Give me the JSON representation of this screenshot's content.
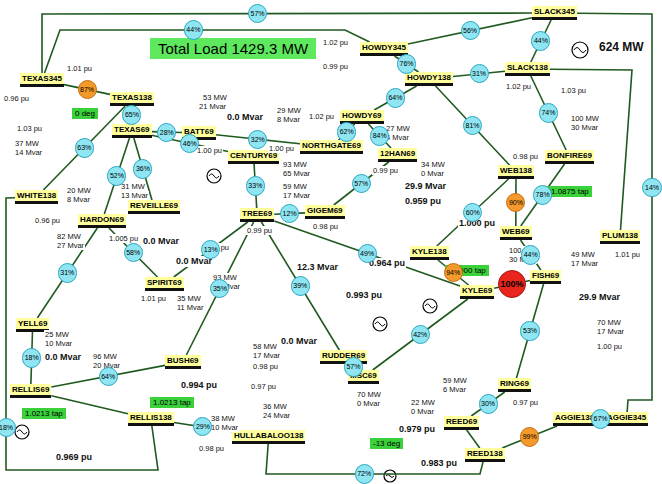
{
  "diagram": {
    "title": "Total Load 1429.3 MW",
    "nodes": [
      {
        "text": [
          "SLACK345"
        ]
      },
      {
        "text": [
          "HOWDY345"
        ]
      },
      {
        "text": [
          "SLACK138"
        ]
      },
      {
        "text": [
          "HOWDY138"
        ]
      },
      {
        "text": [
          "TEXAS345"
        ]
      },
      {
        "text": [
          "TEXAS138"
        ]
      },
      {
        "text": [
          "HOWDY69"
        ]
      },
      {
        "text": [
          "TEXAS69"
        ]
      },
      {
        "text": [
          "BATT69"
        ]
      },
      {
        "text": [
          "NORTHGATE69"
        ]
      },
      {
        "text": [
          "12HAN69"
        ]
      },
      {
        "text": [
          "CENTURY69"
        ]
      },
      {
        "text": [
          "BONFIRE69"
        ]
      },
      {
        "text": [
          "WEB138"
        ]
      },
      {
        "text": [
          "WHITE138"
        ]
      },
      {
        "text": [
          "REVEILLE69"
        ]
      },
      {
        "text": [
          "HARDON69"
        ]
      },
      {
        "text": [
          "GIGEM69"
        ]
      },
      {
        "text": [
          "TREE69"
        ]
      },
      {
        "text": [
          "WEB69"
        ]
      },
      {
        "text": [
          "PLUM138"
        ]
      },
      {
        "text": [
          "KYLE138"
        ]
      },
      {
        "text": [
          "FISH69"
        ]
      },
      {
        "text": [
          "KYLE69"
        ]
      },
      {
        "text": [
          "SPIRIT69"
        ]
      },
      {
        "text": [
          "YELL69"
        ]
      },
      {
        "text": [
          "BUSH69"
        ]
      },
      {
        "text": [
          "RUDDER69"
        ]
      },
      {
        "text": [
          "MSC69"
        ]
      },
      {
        "text": [
          "RING69"
        ]
      },
      {
        "text": [
          "RELLIS69"
        ]
      },
      {
        "text": [
          "RELLIS138"
        ]
      },
      {
        "text": [
          "AGGIE138"
        ]
      },
      {
        "text": [
          "AGGIE345"
        ]
      },
      {
        "text": [
          "REED69"
        ]
      },
      {
        "text": [
          "HULLABALOO138"
        ]
      },
      {
        "text": [
          "REED138"
        ]
      },
      {
        "text": [
          "0 deg"
        ]
      },
      {
        "text": [
          "1.0875 tap"
        ]
      },
      {
        "text": [
          "1.0000 tap"
        ]
      },
      {
        "text": [
          "1.0213 tap"
        ]
      },
      {
        "text": [
          "1.0213 tap"
        ]
      },
      {
        "text": [
          "-13 deg"
        ]
      }
    ],
    "edges": [
      {
        "from": 4,
        "to": 0,
        "arrow": "none",
        "label": "57%"
      },
      {
        "from": 4,
        "to": 1,
        "arrow": "none",
        "label": "44%"
      },
      {
        "from": 1,
        "to": 0,
        "arrow": "none",
        "label": "56%"
      },
      {
        "from": 1,
        "to": 3,
        "arrow": "none",
        "label": "76%"
      },
      {
        "from": 0,
        "to": 2,
        "arrow": "none",
        "label": "44%"
      },
      {
        "from": 4,
        "to": 5,
        "arrow": "none",
        "label": "87%"
      },
      {
        "from": 5,
        "to": 7,
        "arrow": "none",
        "label": "65%"
      },
      {
        "from": 5,
        "to": 14,
        "arrow": "none",
        "label": "63%"
      },
      {
        "from": 3,
        "to": 6,
        "arrow": "none",
        "label": "64%"
      },
      {
        "from": 3,
        "to": 13,
        "arrow": "none",
        "label": "81%"
      },
      {
        "from": 2,
        "to": 3,
        "arrow": "none",
        "label": "31%"
      },
      {
        "from": 2,
        "to": 20,
        "arrow": "none"
      },
      {
        "from": 13,
        "to": 19,
        "arrow": "none",
        "label": "90%"
      },
      {
        "from": 13,
        "to": 21,
        "arrow": "none",
        "label": "60%"
      },
      {
        "from": 21,
        "to": 23,
        "arrow": "none",
        "label": "94%"
      },
      {
        "from": 19,
        "to": 12,
        "arrow": "none",
        "label": "78%"
      },
      {
        "from": 12,
        "to": 2,
        "arrow": "none",
        "label": "74%"
      },
      {
        "from": 23,
        "to": 22,
        "arrow": "none",
        "label": "100%"
      },
      {
        "from": 19,
        "to": 22,
        "arrow": "none",
        "label": "44%"
      },
      {
        "from": 6,
        "to": 9,
        "arrow": "none",
        "label": "62%"
      },
      {
        "from": 6,
        "to": 10,
        "arrow": "none",
        "label": "84%"
      },
      {
        "from": 9,
        "to": 8,
        "arrow": "none",
        "label": "32%"
      },
      {
        "from": 7,
        "to": 8,
        "arrow": "none",
        "label": "28%"
      },
      {
        "from": 7,
        "to": 11,
        "arrow": "none",
        "label": "46%"
      },
      {
        "from": 7,
        "to": 15,
        "arrow": "none",
        "label": "36%"
      },
      {
        "from": 7,
        "to": 16,
        "arrow": "none",
        "label": "52%"
      },
      {
        "from": 14,
        "to": 31,
        "arrow": "none",
        "label": "18%"
      },
      {
        "from": 16,
        "to": 24,
        "arrow": "none",
        "label": "58%"
      },
      {
        "from": 16,
        "to": 25,
        "arrow": "none",
        "label": "31%"
      },
      {
        "from": 25,
        "to": 30,
        "arrow": "none",
        "label": "18%"
      },
      {
        "from": 11,
        "to": 18,
        "arrow": "none",
        "label": "33%"
      },
      {
        "from": 10,
        "to": 17,
        "arrow": "none",
        "label": "57%"
      },
      {
        "from": 17,
        "to": 18,
        "arrow": "none",
        "label": "12%"
      },
      {
        "from": 18,
        "to": 23,
        "arrow": "none",
        "label": "49%"
      },
      {
        "from": 18,
        "to": 26,
        "arrow": "none",
        "label": "35%"
      },
      {
        "from": 18,
        "to": 24,
        "arrow": "none",
        "label": "13%"
      },
      {
        "from": 18,
        "to": 27,
        "arrow": "none",
        "label": "39%"
      },
      {
        "from": 27,
        "to": 28,
        "arrow": "none",
        "label": "57%"
      },
      {
        "from": 28,
        "to": 23,
        "arrow": "none",
        "label": "42%"
      },
      {
        "from": 26,
        "to": 30,
        "arrow": "none",
        "label": "64%"
      },
      {
        "from": 30,
        "to": 31,
        "arrow": "none"
      },
      {
        "from": 31,
        "to": 35,
        "arrow": "none",
        "label": "29%"
      },
      {
        "from": 35,
        "to": 36,
        "arrow": "none",
        "label": "72%"
      },
      {
        "from": 36,
        "to": 34,
        "arrow": "none"
      },
      {
        "from": 29,
        "to": 22,
        "arrow": "none",
        "label": "53%"
      },
      {
        "from": 34,
        "to": 29,
        "arrow": "none",
        "label": "30%"
      },
      {
        "from": 36,
        "to": 32,
        "arrow": "none",
        "label": "99%"
      },
      {
        "from": 32,
        "to": 33,
        "arrow": "none",
        "label": "67%"
      },
      {
        "from": 33,
        "to": 0,
        "arrow": "none",
        "label": "14%"
      }
    ],
    "labels": [
      "624 MW",
      "1.01 pu",
      "0.96 pu",
      "1.03 pu",
      "37 MW",
      "14 Mvar",
      "20 MW",
      "8 Mvar",
      "0.96 pu",
      "53 MW",
      "21 Mvar",
      "0.0 Mvar",
      "1.00 pu",
      "29 MW",
      "8 Mvar",
      "1.00 pu",
      "1.02 pu",
      "0.99 pu",
      "1.02 pu",
      "27 MW",
      "4 Mvar",
      "34 MW",
      "0 Mvar",
      "29.9 Mvar",
      "0.959 pu",
      "0.99 pu",
      "1.000 pu",
      "1.02 pu",
      "1.03 pu",
      "100 MW",
      "30 Mvar",
      "0.98 pu",
      "49 MW",
      "17 Mvar",
      "1.01 pu",
      "100 MW",
      "30 Mvar",
      "29.9 Mvar",
      "70 MW",
      "17 Mvar",
      "1.00 pu",
      "31 MW",
      "13 Mvar",
      "82 MW",
      "27 Mvar",
      "0.0 Mvar",
      "0.0 Mvar",
      "93 MW",
      "65 Mvar",
      "0.99 pu",
      "59 MW",
      "17 Mvar",
      "0.98 pu",
      "12.3 Mvar",
      "1.005 pu",
      "1.01 pu",
      "35 MW",
      "11 Mvar",
      "93 MW",
      "58 Mvar",
      "0.99 pu",
      "0.964 pu",
      "0.993 pu",
      "25 MW",
      "10 Mvar",
      "0.0 Mvar",
      "96 MW",
      "20 Mvar",
      "58 MW",
      "17 Mvar",
      "0.98 pu",
      "0.994 pu",
      "0.97 pu",
      "0.0 Mvar",
      "36 MW",
      "24 Mvar",
      "70 MW",
      "0 Mvar",
      "59 MW",
      "6 Mvar",
      "0.97 pu",
      "22 MW",
      "0 Mvar",
      "0.979 pu",
      "0.983 pu",
      "38 MW",
      "10 Mvar",
      "0.98 pu",
      "0.969 pu"
    ]
  }
}
